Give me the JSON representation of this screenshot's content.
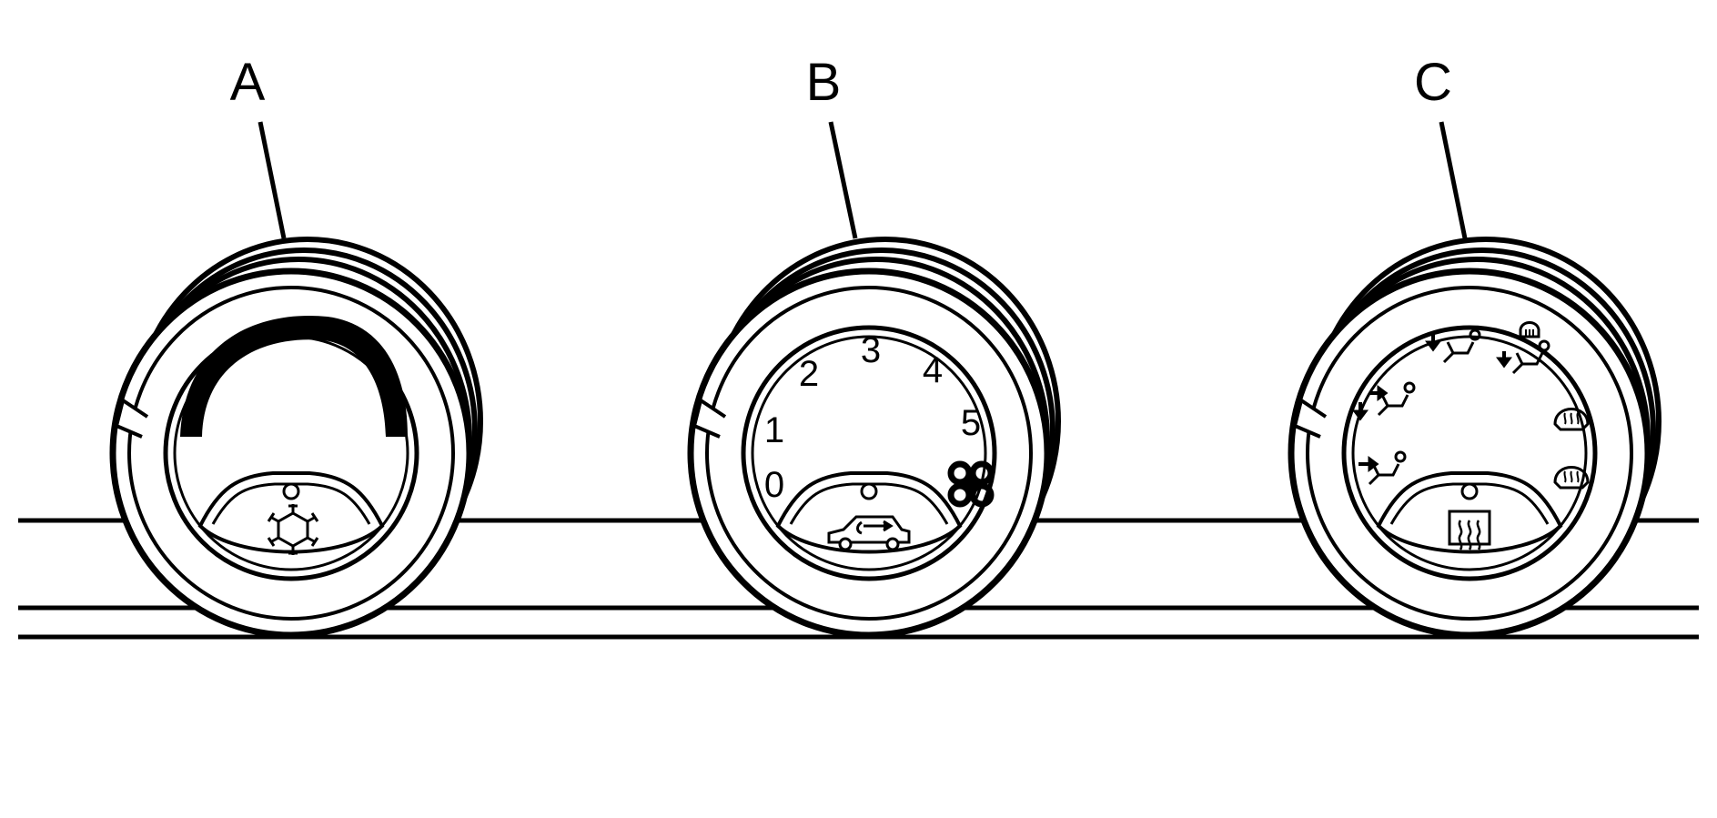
{
  "callouts": {
    "a": "A",
    "b": "B",
    "c": "C"
  },
  "knobs": {
    "temperature": {
      "icons": [
        "hot-cold-arc-icon",
        "snowflake-ac-icon"
      ]
    },
    "fan": {
      "speed_labels": [
        "0",
        "1",
        "2",
        "3",
        "4",
        "5"
      ],
      "icons": [
        "fan-icon",
        "recirculation-car-icon"
      ]
    },
    "mode": {
      "icons": [
        "vent-mode-icon",
        "bi-level-mode-icon",
        "floor-mode-icon",
        "defog-mode-icon",
        "defrost-mode-icon",
        "defrost-max-icon",
        "rear-defrost-icon"
      ]
    }
  },
  "colors": {
    "ink": "#000000",
    "paper": "#ffffff"
  }
}
